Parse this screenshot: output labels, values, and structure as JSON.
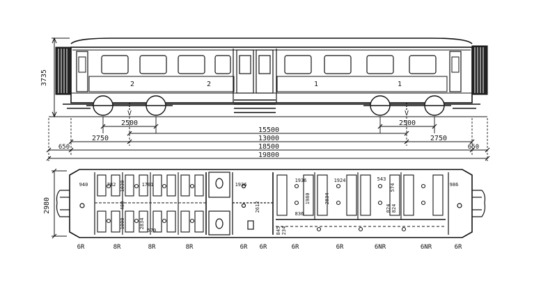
{
  "side_view": {
    "height_label": "3735",
    "compartment_numbers": [
      "2",
      "2",
      "1",
      "1"
    ],
    "bogie_labels": [
      "V",
      "V"
    ]
  },
  "dimensions": {
    "bogie_wheelbase": [
      "2500",
      "2500"
    ],
    "bogie_centers": "15500",
    "row_2750_left": "2750",
    "row_13000": "13000",
    "row_2750_right": "2750",
    "overhang_left": "650",
    "row_18500": "18500",
    "overhang_right": "650",
    "overall_length": "19800"
  },
  "plan_view": {
    "width_label": "2980",
    "interior_dims": {
      "d940": "940",
      "d782": "782",
      "d1030": "1030",
      "d1701": "1701",
      "d480": "480",
      "d1000": "1000",
      "d2834a": "2834",
      "d570": "570",
      "d1936a": "1936",
      "d2612": "2612",
      "d1936b": "1936",
      "d1980": "1980",
      "d836": "836",
      "d1924": "1924",
      "d2834b": "2834",
      "d543": "543",
      "d574": "574",
      "d986": "986",
      "d845": "845",
      "d234": "234",
      "d824": "824",
      "d824b": "824"
    },
    "bay_labels": [
      "6R",
      "8R",
      "8R",
      "8R",
      "6R",
      "6R",
      "6R",
      "6R",
      "6NR",
      "6NR",
      "6R"
    ]
  }
}
